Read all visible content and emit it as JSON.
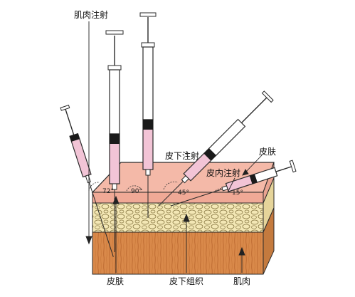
{
  "labels": {
    "intramuscular": "肌肉注射",
    "subcutaneous_injection": "皮下注射",
    "intradermal_injection": "皮内注射",
    "skin_right": "皮肤",
    "skin_bottom": "皮肤",
    "subcutaneous_tissue": "皮下组织",
    "muscle": "肌肉"
  },
  "angles": {
    "a72": "72°",
    "a90": "90°",
    "a45": "45°",
    "a15": "15°"
  },
  "colors": {
    "barrel_fill": "#f2c4d6",
    "skin_fill": "#f4b9a8",
    "fat_fill": "#f3e7b5",
    "muscle_fill": "#d9894a",
    "outline": "#2a2a2a"
  }
}
